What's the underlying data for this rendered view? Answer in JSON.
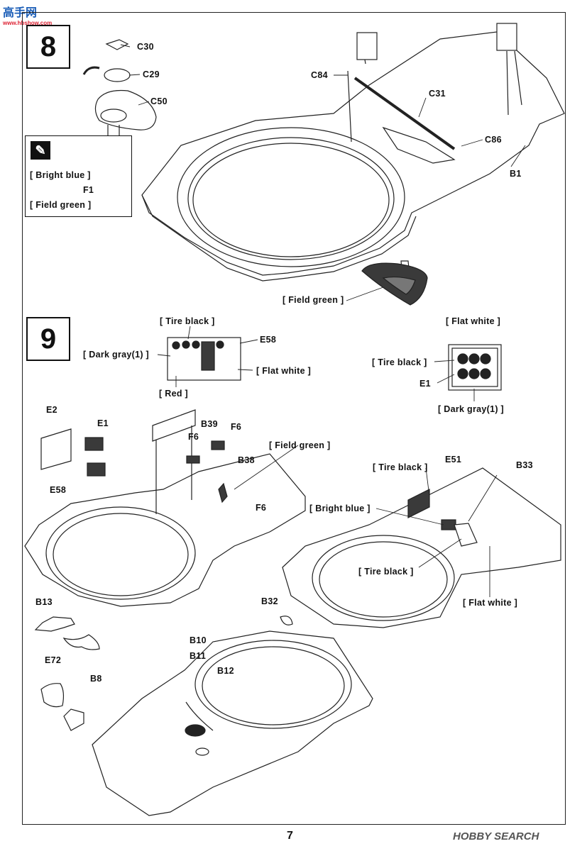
{
  "watermark_left": {
    "title": "高手网",
    "subtitle": "www.hbshow.com"
  },
  "watermark_right": "HOBBY SEARCH",
  "page_number": "7",
  "step8": {
    "number": "8",
    "parts": [
      "C30",
      "C29",
      "C50",
      "C84",
      "C31",
      "C86",
      "B1",
      "F1"
    ],
    "paint": {
      "bright_blue": "[ Bright blue ]",
      "field_green": "[ Field green ]"
    },
    "field_green_main": "[ Field green ]"
  },
  "step9": {
    "number": "9",
    "panel_e58": {
      "tire_black": "[ Tire black ]",
      "dark_gray": "[ Dark gray(1) ]",
      "red": "[ Red ]",
      "flat_white": "[ Flat white ]",
      "part": "E58"
    },
    "panel_e1": {
      "flat_white": "[ Flat white ]",
      "tire_black": "[ Tire black ]",
      "dark_gray": "[ Dark gray(1) ]",
      "part": "E1"
    },
    "left": {
      "e2": "E2",
      "e1": "E1",
      "e58": "E58",
      "b39": "B39",
      "f6a": "F6",
      "f6b": "F6",
      "f6c": "F6",
      "b38": "B38",
      "field_green": "[ Field green ]"
    },
    "right": {
      "tire_black_top": "[ Tire black ]",
      "e51": "E51",
      "b33": "B33",
      "bright_blue": "[ Bright blue ]",
      "tire_black_bottom": "[ Tire black ]",
      "flat_white": "[ Flat white ]"
    },
    "bottom": {
      "b13": "B13",
      "b8": "B8",
      "e72": "E72",
      "b32": "B32",
      "b10": "B10",
      "b11": "B11",
      "b12": "B12"
    }
  },
  "colors": {
    "line": "#222222",
    "dark_part": "#3a3a3a",
    "watermark_blue": "#1d5fb8"
  }
}
